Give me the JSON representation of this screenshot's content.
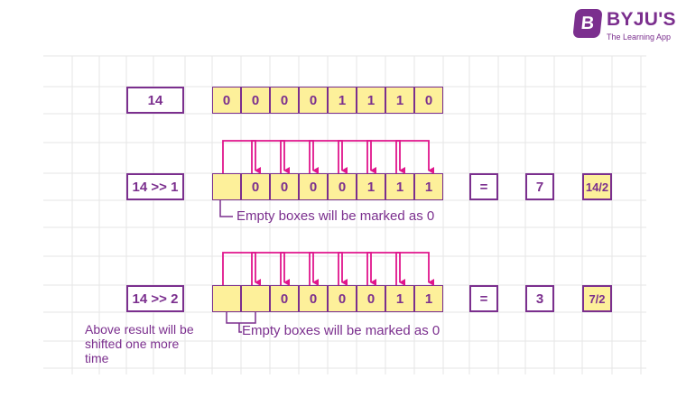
{
  "logo": {
    "icon": "B",
    "name": "BYJU'S",
    "tagline": "The Learning App"
  },
  "rows": [
    {
      "label": "14",
      "bits": [
        "0",
        "0",
        "0",
        "0",
        "1",
        "1",
        "1",
        "0"
      ]
    },
    {
      "label": "14 >> 1",
      "bits": [
        "",
        "0",
        "0",
        "0",
        "0",
        "1",
        "1",
        "1"
      ],
      "equals": "=",
      "result": "7",
      "fraction": "14/2",
      "note": "Empty boxes will be marked as 0"
    },
    {
      "label": "14 >> 2",
      "bits": [
        "",
        "",
        "0",
        "0",
        "0",
        "0",
        "1",
        "1"
      ],
      "equals": "=",
      "result": "3",
      "fraction": "7/2",
      "note": "Empty boxes will be marked as 0"
    }
  ],
  "side_note": [
    "Above result will be",
    "shifted one more",
    "time"
  ],
  "colors": {
    "primary": "#7b2f8e",
    "bit_fill": "#fdf09a",
    "arrow": "#e0158c",
    "grid": "#e6e6e6"
  }
}
